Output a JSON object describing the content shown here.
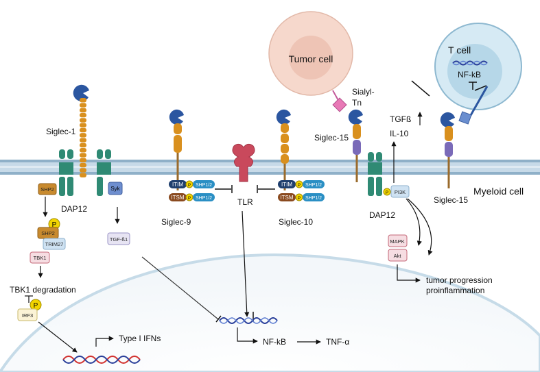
{
  "labels": {
    "tumor_cell": "Tumor cell",
    "t_cell": "T cell",
    "nfkb_tcell": "NF-kB",
    "sialyl_1": "Sialyl-",
    "sialyl_2": "Tn",
    "siglec1": "Siglec-1",
    "siglec9": "Siglec-9",
    "siglec10": "Siglec-10",
    "siglec15_top": "Siglec-15",
    "siglec15_right": "Siglec-15",
    "tgfb": "TGFß",
    "il10": "IL-10",
    "myeloid": "Myeloid cell",
    "dap12_left": "DAP12",
    "dap12_right": "DAP12",
    "tlr": "TLR",
    "tbk1_deg": "TBK1 degradation",
    "type1_ifn": "Type I IFNs",
    "nfkb_bottom": "NF-kB",
    "tnfa": "TNF-α",
    "tumor_prog": "tumor progression",
    "proinflam": "proinflammation"
  },
  "boxes": {
    "shp2_a": "SHP2",
    "shp2_b": "SHP2",
    "trim27": "TRIM27",
    "tbk1": "TBK1",
    "irf3": "IRF3",
    "syk": "Syk",
    "tgfb1": "TGF-ß1",
    "itim_l": "ITIM",
    "itsm_l": "ITSM",
    "shp_l1": "SHP1/2",
    "shp_l2": "SHP1/2",
    "itim_r": "ITIM",
    "itsm_r": "ITSM",
    "shp_r1": "SHP1/2",
    "shp_r2": "SHP1/2",
    "pi3k": "PI3K",
    "mapk": "MAPK",
    "akt": "Akt"
  },
  "phospho": "P",
  "colors": {
    "membrane": "#b8cfe0",
    "membrane_line": "#7e9fb8",
    "receptor_orange": "#d9901e",
    "receptor_blue": "#2b56a0",
    "dap12_green": "#2f8a74",
    "stem_brown": "#9a6b2c",
    "tumor_outer": "#f6d8cc",
    "tumor_inner": "#eec4b5",
    "tcell_outer": "#cfe6f2",
    "tcell_inner": "#b6d7e8",
    "tlr_red": "#c9495c",
    "nucleus_edge": "#c6dbe8",
    "phospho_yellow": "#f2d400"
  }
}
